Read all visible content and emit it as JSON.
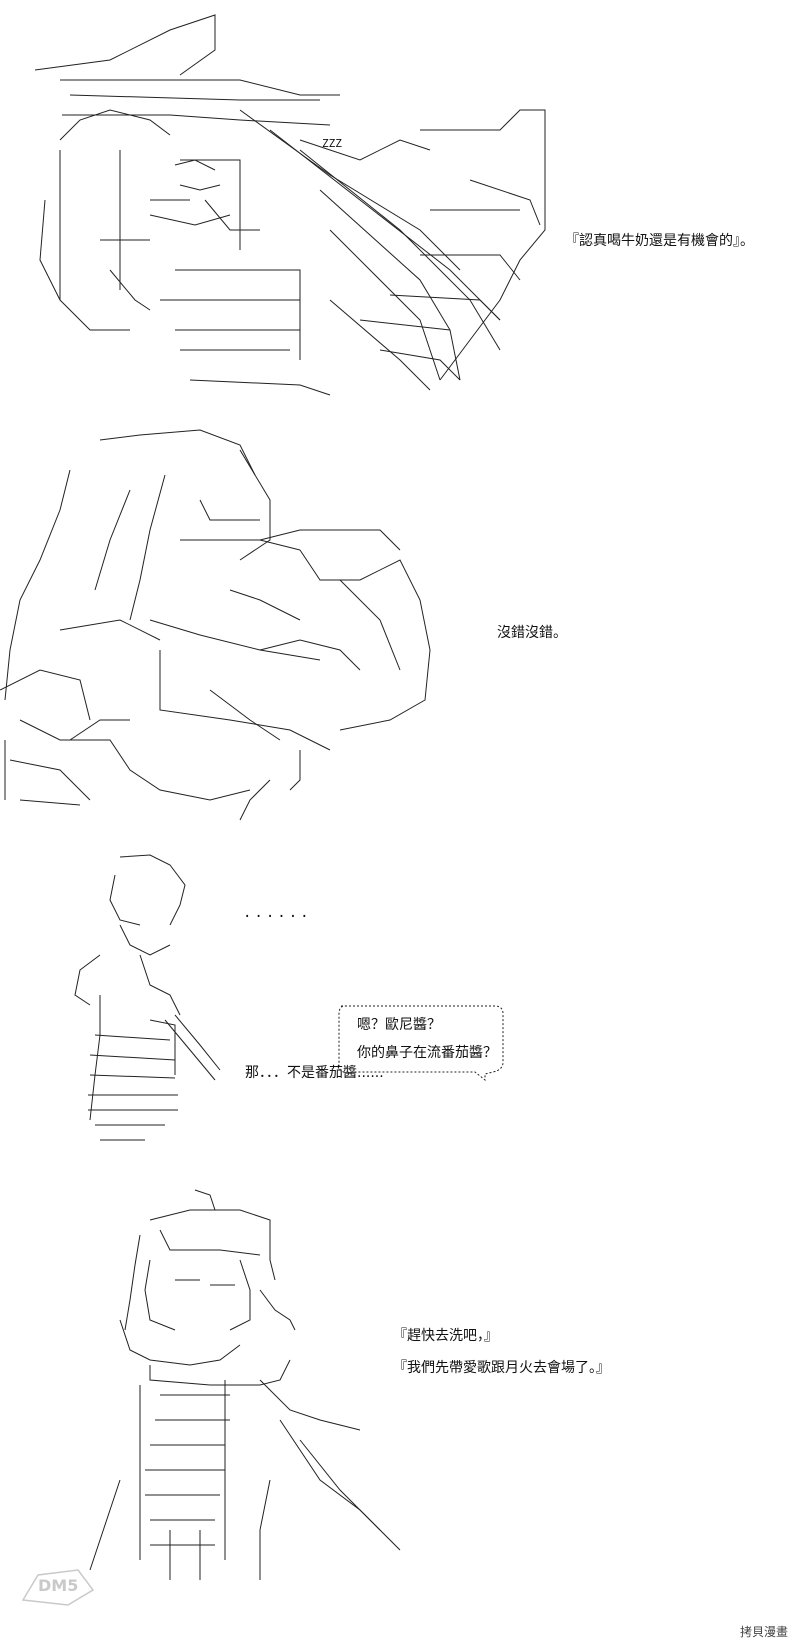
{
  "panels": [
    {
      "id": "panel-1",
      "caption": "『認真喝牛奶還是有機會的』。"
    },
    {
      "id": "panel-2",
      "caption": "沒錯沒錯。"
    },
    {
      "id": "panel-3",
      "ellipsis": "......",
      "bubble_line_1": "嗯？歐尼醬？",
      "bubble_line_2": "你的鼻子在流番茄醬？",
      "caption": "那．．．不是番茄醬......"
    },
    {
      "id": "panel-4",
      "caption_1": "『趕快去洗吧，』",
      "caption_2": "『我們先帶愛歌跟月火去會場了。』"
    }
  ],
  "art_text": {
    "zzz": "ZZZ"
  },
  "watermark": {
    "text": "DM5"
  },
  "footer": {
    "text": "拷貝漫畫"
  }
}
